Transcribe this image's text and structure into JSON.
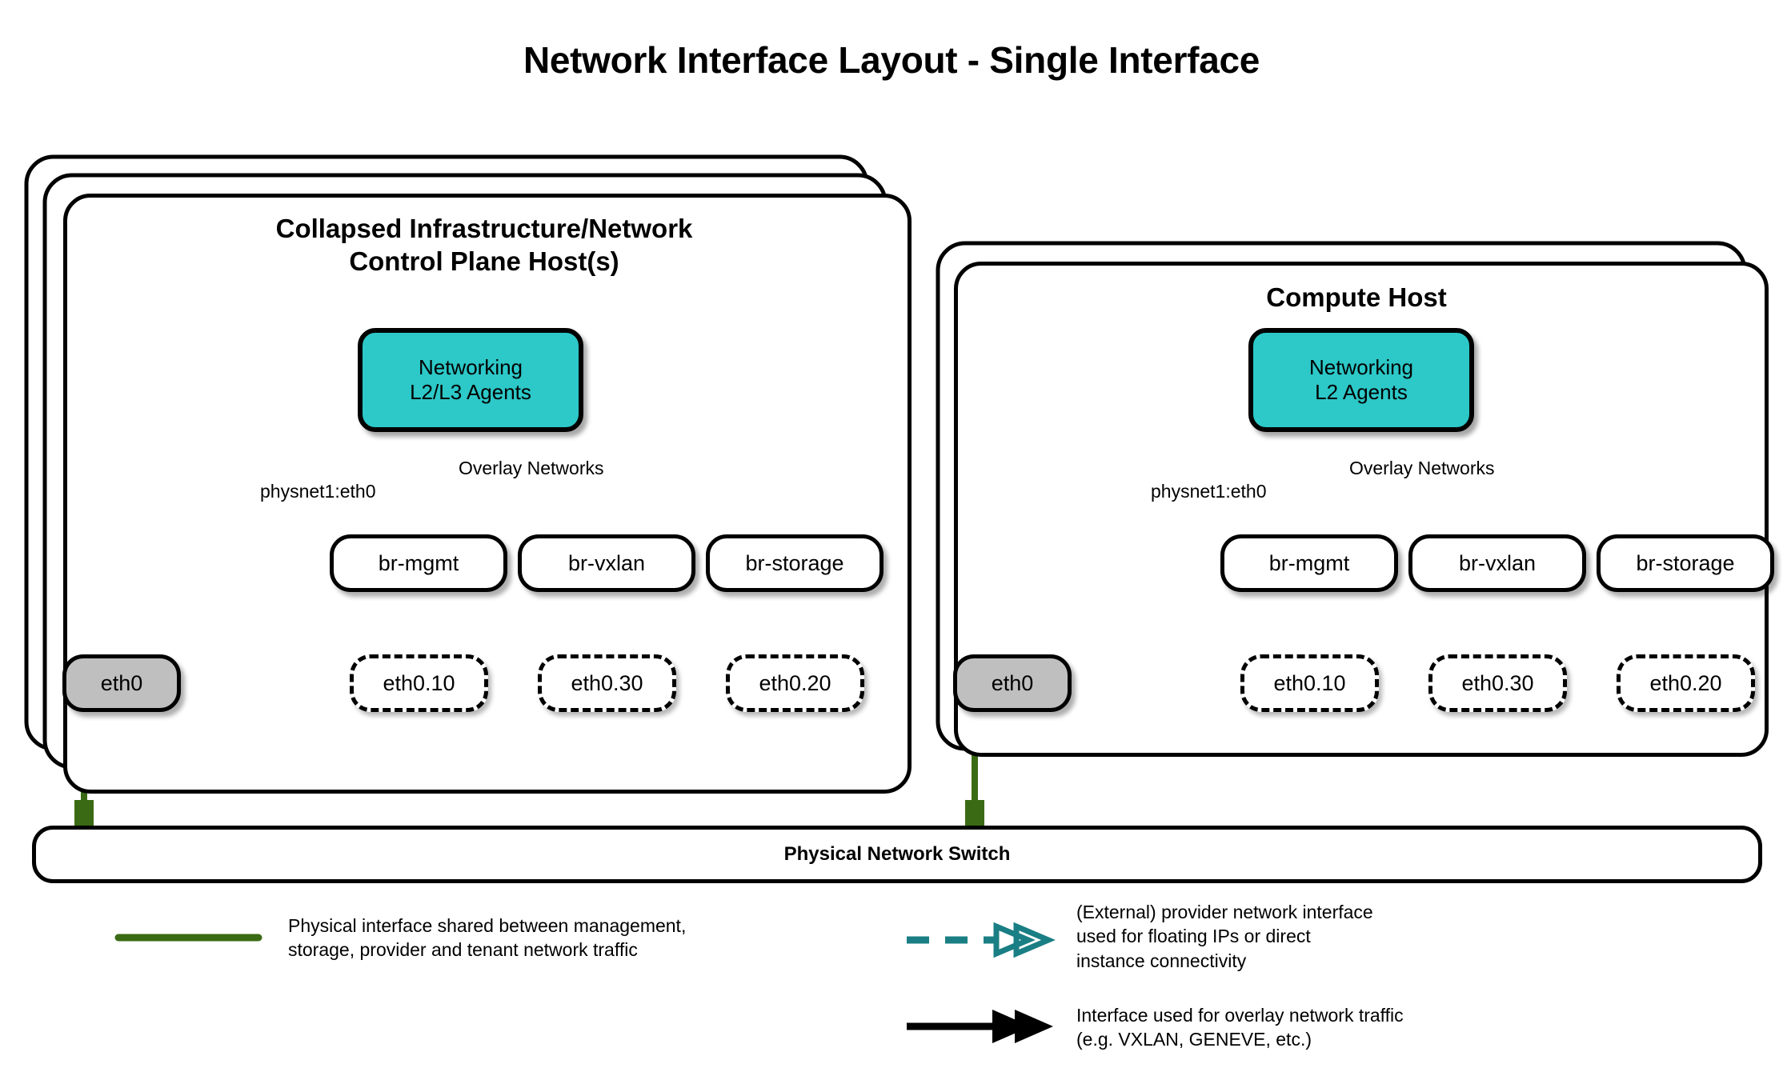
{
  "title": "Network Interface Layout - Single Interface",
  "colors": {
    "agent_fill": "#2dc8c8",
    "provider_teal": "#1a7f84",
    "physical_green": "#3a6b14",
    "nic_grey": "#bfbfbf",
    "outline": "#000000"
  },
  "hosts": [
    {
      "id": "control-plane",
      "title": "Collapsed Infrastructure/Network\nControl Plane Host(s)",
      "title_line1": "Collapsed Infrastructure/Network",
      "title_line2": "Control Plane Host(s)",
      "stack_layers": 3,
      "agents": {
        "line1": "Networking",
        "line2": "L2/L3 Agents"
      },
      "provider_label": "physnet1:eth0",
      "overlay_label": "Overlay Networks",
      "nic": "eth0",
      "bridges": [
        "br-mgmt",
        "br-vxlan",
        "br-storage"
      ],
      "vlans": [
        "eth0.10",
        "eth0.30",
        "eth0.20"
      ]
    },
    {
      "id": "compute",
      "title": "Compute Host",
      "title_line1": "Compute Host",
      "title_line2": "",
      "stack_layers": 2,
      "agents": {
        "line1": "Networking",
        "line2": "L2 Agents"
      },
      "provider_label": "physnet1:eth0",
      "overlay_label": "Overlay Networks",
      "nic": "eth0",
      "bridges": [
        "br-mgmt",
        "br-vxlan",
        "br-storage"
      ],
      "vlans": [
        "eth0.10",
        "eth0.30",
        "eth0.20"
      ]
    }
  ],
  "switch": {
    "label": "Physical Network Switch"
  },
  "legend": [
    {
      "id": "physical",
      "style": "solid-green-line",
      "text": "Physical interface shared between management,\nstorage, provider and tenant network traffic"
    },
    {
      "id": "provider",
      "style": "dashed-teal-double-arrow",
      "text": "(External) provider network interface\nused for floating IPs or direct\ninstance connectivity"
    },
    {
      "id": "overlay",
      "style": "solid-black-double-arrow",
      "text": "Interface used for overlay network traffic\n(e.g. VXLAN, GENEVE, etc.)"
    }
  ]
}
